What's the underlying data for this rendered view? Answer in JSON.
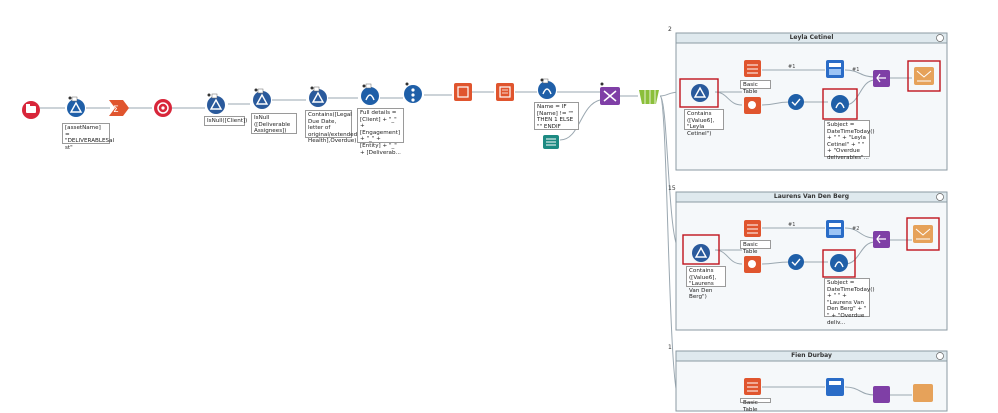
{
  "colors": {
    "input": "#d8263a",
    "formula": "#1f5fa8",
    "filter": "#2a5a9c",
    "summarize": "#e0552e",
    "report": "#e0552e",
    "join": "#7f3fa6",
    "union": "#7f3fa6",
    "container_header": "#dfe9ee",
    "container_border": "#8b9aa3",
    "highlight": "#c0131d",
    "email": "#e6a25a",
    "browse": "#1d8a82",
    "union_green": "#8bbf3a"
  },
  "tools": {
    "input": "input-data-icon",
    "formula1": "formula-icon",
    "summarize": "summarize-icon",
    "unique": "unique-icon",
    "filter1": "filter-icon",
    "filter2": "filter-icon",
    "filter3": "filter-icon",
    "formula2": "formula-icon",
    "select": "select-icon",
    "report1": "report-icon",
    "report2": "report-icon",
    "formula3": "formula-icon",
    "text_input": "text-input-icon",
    "cross_tab": "crosstab-icon",
    "batch": "batch-macro-icon"
  },
  "annotations": {
    "formula1": "[assetName] = \"DELIVERABLESal st\"",
    "filter1": "IsNull([Client])",
    "filter2": "IsNull ([Deliverable Assignees])",
    "filter3": "Contains([Legal Due Date, letter of original/extended Health],Overdue)",
    "formula2": "Full details = [Client] + \"_\" + [Engagement] + \"_\" + [Entity] + \"_\" + [Deliverab...",
    "formula3": "Name = IF [Name] != \"\" THEN 1 ELSE \"\" ENDIF"
  },
  "containers": [
    {
      "title": "Leyla Cetinel",
      "index": "2",
      "filter_note": "Contains ([Value6], \"Leyla Cetinel\")",
      "table_label": "Basic Table",
      "formula_note": "Subject = DateTimeToday() + \" \" + \"Leyla Cetinel\" + \" \" + \"Overdue deliverables\"...",
      "collapse": "▲"
    },
    {
      "title": "Laurens Van Den Berg",
      "index": "15",
      "filter_note": "Contains ([Value6], \"Laurens Van Den Berg\")",
      "table_label": "Basic Table",
      "formula_note": "Subject = DateTimeToday() + \" \" + \"Laurens Van Den Berg\" + \" \" + \"Overdue deliv...",
      "collapse": "▲"
    },
    {
      "title": "Fien Durbay",
      "index": "1",
      "filter_note": "",
      "table_label": "Basic Table",
      "formula_note": "",
      "collapse": "▲"
    }
  ],
  "conn_tags": {
    "a": "#1",
    "b": "#1",
    "c": "#2"
  }
}
